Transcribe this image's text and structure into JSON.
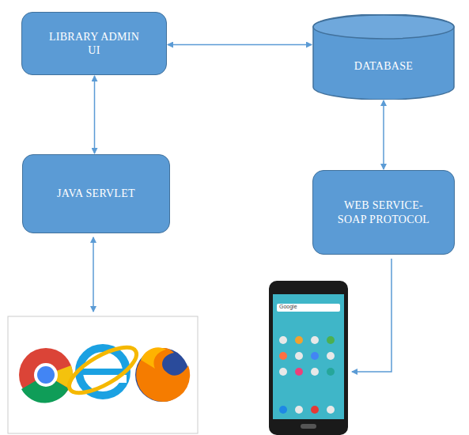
{
  "diagram": {
    "nodes": [
      {
        "text": [
          "LIBRARY ADMIN UI"
        ]
      },
      {
        "text": [
          "DATABASE"
        ]
      },
      {
        "text": [
          "JAVA SERVLET"
        ]
      },
      {
        "text": [
          "WEB SERVICE- SOAP PROTOCOL"
        ]
      }
    ],
    "edges": [
      {
        "from": 0,
        "to": 1,
        "arrow": "both"
      },
      {
        "from": 0,
        "to": 2,
        "arrow": "both"
      },
      {
        "from": 1,
        "to": 3,
        "arrow": "both"
      }
    ],
    "labels": [
      "Google"
    ]
  }
}
